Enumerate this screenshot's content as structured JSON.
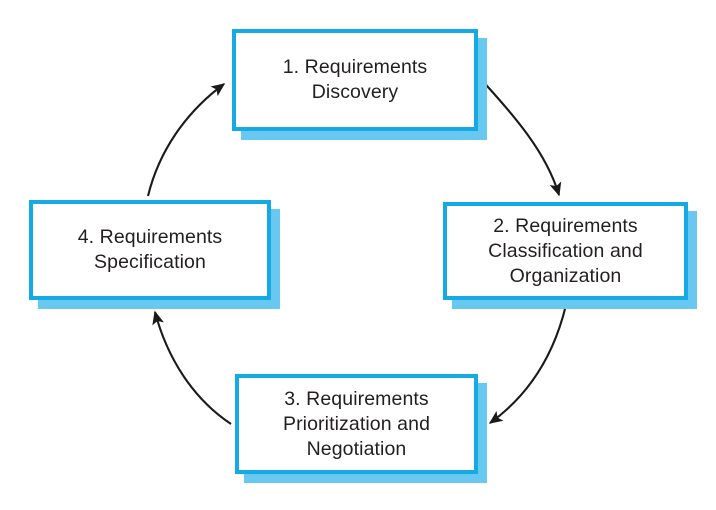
{
  "diagram": {
    "type": "cycle-flow",
    "title": "",
    "colors": {
      "node_border": "#15AAE6",
      "node_shadow": "#68C8F0",
      "node_fill": "#FFFFFF",
      "text": "#231F20",
      "arrow": "#1A1A1A",
      "background": "#FFFFFF"
    },
    "nodes": [
      {
        "id": "1",
        "label": "1. Requirements\nDiscovery"
      },
      {
        "id": "2",
        "label": "2. Requirements\nClassification and\nOrganization"
      },
      {
        "id": "3",
        "label": "3. Requirements\nPrioritization and\nNegotiation"
      },
      {
        "id": "4",
        "label": "4. Requirements\nSpecification"
      }
    ],
    "edges": [
      {
        "from": "1",
        "to": "2",
        "label": ""
      },
      {
        "from": "2",
        "to": "3",
        "label": ""
      },
      {
        "from": "3",
        "to": "4",
        "label": ""
      },
      {
        "from": "4",
        "to": "1",
        "label": ""
      }
    ]
  }
}
